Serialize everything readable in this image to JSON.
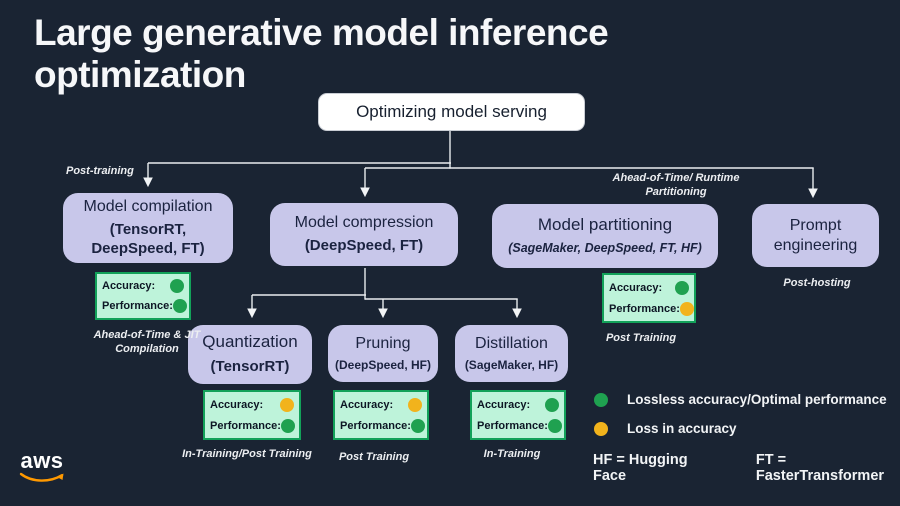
{
  "title": [
    "Large generative model inference",
    "optimization"
  ],
  "root": {
    "label": "Optimizing model serving"
  },
  "metric_labels": {
    "accuracy": "Accuracy:",
    "performance": "Performance:"
  },
  "colors": {
    "green": "#1fa150",
    "yellow": "#f2b31c",
    "background": "#1a2433",
    "node_fill": "#c8c7ea",
    "metric_fill": "#bef3da",
    "metric_border": "#12a159",
    "aws_orange": "#ff9900"
  },
  "nodes": {
    "compilation": {
      "title": "Model compilation",
      "subtitle": "(TensorRT, DeepSpeed, FT)",
      "annotation_above": "Post-training",
      "annotation_below": "Ahead-of-Time & JIT Compilation",
      "metrics": {
        "accuracy": "green",
        "performance": "green"
      }
    },
    "compression": {
      "title": "Model compression",
      "subtitle": "(DeepSpeed, FT)"
    },
    "partitioning": {
      "title": "Model partitioning",
      "subtitle": "(SageMaker, DeepSpeed, FT, HF)",
      "annotation_above": "Ahead-of-Time/ Runtime Partitioning",
      "annotation_below": "Post Training",
      "metrics": {
        "accuracy": "green",
        "performance": "yellow"
      }
    },
    "prompt": {
      "title": "Prompt engineering",
      "annotation_below": "Post-hosting"
    },
    "quantization": {
      "title": "Quantization",
      "subtitle": "(TensorRT)",
      "annotation_below": "In-Training/Post Training",
      "metrics": {
        "accuracy": "yellow",
        "performance": "green"
      }
    },
    "pruning": {
      "title": "Pruning",
      "subtitle": "(DeepSpeed, HF)",
      "annotation_below": "Post Training",
      "metrics": {
        "accuracy": "yellow",
        "performance": "green"
      }
    },
    "distillation": {
      "title": "Distillation",
      "subtitle": "(SageMaker, HF)",
      "annotation_below": "In-Training",
      "metrics": {
        "accuracy": "green",
        "performance": "green"
      }
    }
  },
  "legend": {
    "items": [
      {
        "color": "green",
        "label": "Lossless accuracy/Optimal performance"
      },
      {
        "color": "yellow",
        "label": "Loss in accuracy"
      }
    ],
    "abbreviations": [
      "HF = Hugging Face",
      "FT = FasterTransformer"
    ]
  },
  "logo": {
    "text": "aws"
  }
}
